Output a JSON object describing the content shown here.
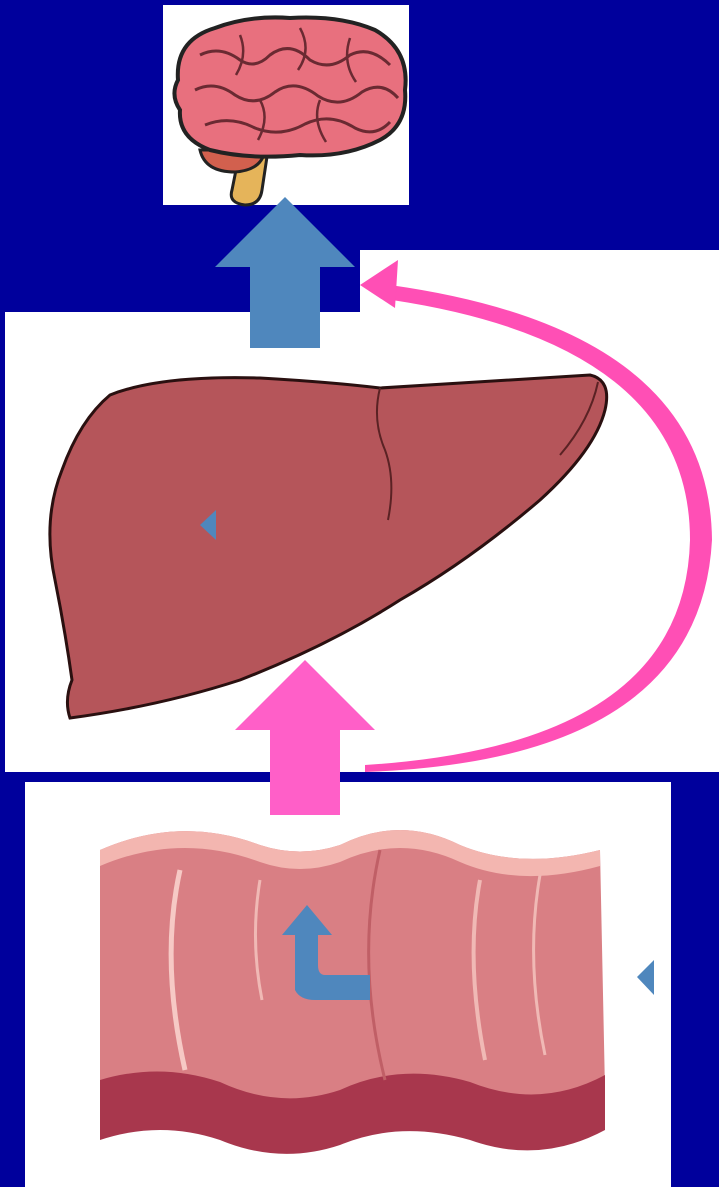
{
  "diagram": {
    "background_color": "#00009c",
    "organs": [
      {
        "name": "brain",
        "icon": "brain-icon",
        "color": "#e8707e"
      },
      {
        "name": "liver",
        "icon": "liver-icon",
        "color": "#b5555a"
      },
      {
        "name": "intestine",
        "icon": "intestine-icon",
        "color": "#d97f84"
      }
    ],
    "arrows": [
      {
        "id": "liver-to-brain",
        "color": "#4f87bd"
      },
      {
        "id": "intestine-to-liver",
        "color": "#ff5fc8"
      },
      {
        "id": "intestine-loop-to-brain",
        "color": "#ff4fb5"
      },
      {
        "id": "intestine-curved",
        "color": "#4f87bd"
      }
    ],
    "markers": [
      {
        "id": "liver-marker",
        "color": "#4f87bd"
      },
      {
        "id": "right-marker",
        "color": "#4f87bd"
      }
    ]
  }
}
